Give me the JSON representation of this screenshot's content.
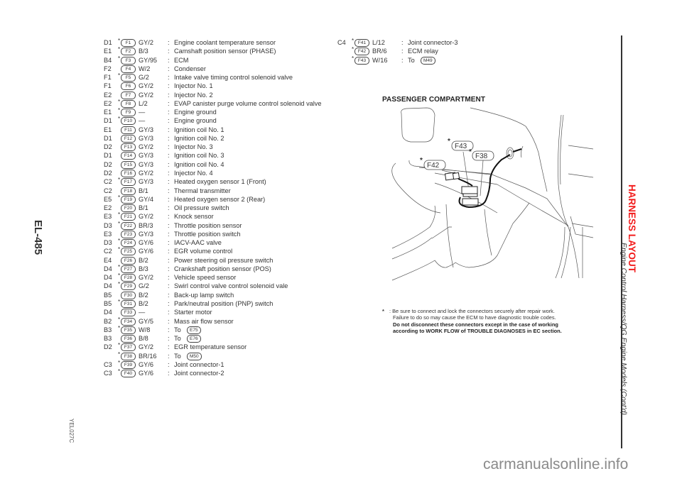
{
  "page": {
    "page_number": "EL-485",
    "reference_code": "YEL027C",
    "section_title": "HARNESS LAYOUT",
    "section_subtitle": "Engine Control Harness/QG Engine Models (Cont'd)",
    "watermark": "carmanualsonline.info",
    "accent_color": "#f21b1b"
  },
  "connectors_left": [
    {
      "loc": "D1",
      "star": "*",
      "conn": "F1",
      "wire": "GY/2",
      "desc": "Engine coolant temperature sensor"
    },
    {
      "loc": "E1",
      "star": "*",
      "conn": "F2",
      "wire": "B/3",
      "desc": "Camshaft position sensor (PHASE)"
    },
    {
      "loc": "B4",
      "star": "*",
      "conn": "F3",
      "wire": "GY/95",
      "desc": "ECM"
    },
    {
      "loc": "F2",
      "star": "",
      "conn": "F4",
      "wire": "W/2",
      "desc": "Condenser"
    },
    {
      "loc": "F1",
      "star": "*",
      "conn": "F5",
      "wire": "G/2",
      "desc": "Intake valve timing control solenoid valve"
    },
    {
      "loc": "F1",
      "star": "",
      "conn": "F6",
      "wire": "GY/2",
      "desc": "Injector No. 1"
    },
    {
      "loc": "E2",
      "star": "",
      "conn": "F7",
      "wire": "GY/2",
      "desc": "Injector No. 2"
    },
    {
      "loc": "E2",
      "star": "*",
      "conn": "F8",
      "wire": "L/2",
      "desc": "EVAP canister purge volume control solenoid valve"
    },
    {
      "loc": "E1",
      "star": "*",
      "conn": "F9",
      "wire": "—",
      "desc": "Engine ground"
    },
    {
      "loc": "D1",
      "star": "*",
      "conn": "F10",
      "wire": "—",
      "desc": "Engine ground"
    },
    {
      "loc": "E1",
      "star": "",
      "conn": "F11",
      "wire": "GY/3",
      "desc": "Ignition coil No. 1"
    },
    {
      "loc": "D1",
      "star": "",
      "conn": "F12",
      "wire": "GY/3",
      "desc": "Ignition coil No. 2"
    },
    {
      "loc": "D2",
      "star": "",
      "conn": "F13",
      "wire": "GY/2",
      "desc": "Injector No. 3"
    },
    {
      "loc": "D1",
      "star": "",
      "conn": "F14",
      "wire": "GY/3",
      "desc": "Ignition coil No. 3"
    },
    {
      "loc": "D2",
      "star": "",
      "conn": "F15",
      "wire": "GY/3",
      "desc": "Ignition coil No. 4"
    },
    {
      "loc": "D2",
      "star": "",
      "conn": "F16",
      "wire": "GY/2",
      "desc": "Injector No. 4"
    },
    {
      "loc": "C2",
      "star": "*",
      "conn": "F17",
      "wire": "GY/3",
      "desc": "Heated oxygen sensor 1 (Front)"
    },
    {
      "loc": "C2",
      "star": "",
      "conn": "F18",
      "wire": "B/1",
      "desc": "Thermal transmitter"
    },
    {
      "loc": "E5",
      "star": "*",
      "conn": "F19",
      "wire": "GY/4",
      "desc": "Heated oxygen sensor 2 (Rear)"
    },
    {
      "loc": "E2",
      "star": "",
      "conn": "F20",
      "wire": "B/1",
      "desc": "Oil pressure switch"
    },
    {
      "loc": "E3",
      "star": "*",
      "conn": "F21",
      "wire": "GY/2",
      "desc": "Knock sensor"
    },
    {
      "loc": "D3",
      "star": "*",
      "conn": "F22",
      "wire": "BR/3",
      "desc": "Throttle position sensor"
    },
    {
      "loc": "E3",
      "star": "",
      "conn": "F23",
      "wire": "GY/3",
      "desc": "Throttle position switch"
    },
    {
      "loc": "D3",
      "star": "*",
      "conn": "F24",
      "wire": "GY/6",
      "desc": "IACV-AAC valve"
    },
    {
      "loc": "C2",
      "star": "*",
      "conn": "F25",
      "wire": "GY/6",
      "desc": "EGR volume control"
    },
    {
      "loc": "E4",
      "star": "",
      "conn": "F26",
      "wire": "B/2",
      "desc": "Power steering oil pressure switch"
    },
    {
      "loc": "D4",
      "star": "*",
      "conn": "F27",
      "wire": "B/3",
      "desc": "Crankshaft position sensor (POS)"
    },
    {
      "loc": "D4",
      "star": "*",
      "conn": "F28",
      "wire": "GY/2",
      "desc": "Vehicle speed sensor"
    },
    {
      "loc": "D4",
      "star": "*",
      "conn": "F29",
      "wire": "G/2",
      "desc": "Swirl control valve control solenoid vale"
    },
    {
      "loc": "B5",
      "star": "",
      "conn": "F30",
      "wire": "B/2",
      "desc": "Back-up lamp switch"
    },
    {
      "loc": "B5",
      "star": "*",
      "conn": "F31",
      "wire": "B/2",
      "desc": "Park/neutral position (PNP) switch"
    },
    {
      "loc": "D4",
      "star": "",
      "conn": "F33",
      "wire": "—",
      "desc": "Starter motor"
    },
    {
      "loc": "B2",
      "star": "*",
      "conn": "F34",
      "wire": "GY/5",
      "desc": "Mass air flow sensor"
    },
    {
      "loc": "B3",
      "star": "*",
      "conn": "F35",
      "wire": "W/8",
      "desc": "To",
      "to": "E75"
    },
    {
      "loc": "B3",
      "star": "",
      "conn": "F36",
      "wire": "B/8",
      "desc": "To",
      "to": "E76"
    },
    {
      "loc": "D2",
      "star": "*",
      "conn": "F37",
      "wire": "GY/2",
      "desc": "EGR temperature sensor"
    },
    {
      "loc": "",
      "star": "*",
      "conn": "F38",
      "wire": "BR/16",
      "desc": "To",
      "to": "M50"
    },
    {
      "loc": "C3",
      "star": "*",
      "conn": "F39",
      "wire": "GY/6",
      "desc": "Joint connector-1"
    },
    {
      "loc": "C3",
      "star": "*",
      "conn": "F40",
      "wire": "GY/6",
      "desc": "Joint connector-2"
    }
  ],
  "connectors_right": [
    {
      "loc": "C4",
      "star": "*",
      "conn": "F41",
      "wire": "L/12",
      "desc": "Joint connector-3"
    },
    {
      "loc": "",
      "star": "*",
      "conn": "F42",
      "wire": "BR/6",
      "desc": "ECM relay"
    },
    {
      "loc": "",
      "star": "*",
      "conn": "F43",
      "wire": "W/16",
      "desc": "To",
      "to": "M49"
    }
  ],
  "diagram": {
    "title": "PASSENGER COMPARTMENT",
    "labels": [
      {
        "star": "*",
        "text": "F43"
      },
      {
        "star": "*",
        "text": "F38"
      },
      {
        "star": "*",
        "text": "F42"
      }
    ]
  },
  "note": {
    "marker": "*",
    "line1": ": Be sure to connect and lock the connectors securely after repair work.",
    "line2": "Failure to do so may cause the ECM to have diagnostic trouble codes.",
    "line3_bold": "Do not disconnect these connectors except in the case of working",
    "line4_bold": "according to WORK FLOW of TROUBLE DIAGNOSES in EC section."
  }
}
